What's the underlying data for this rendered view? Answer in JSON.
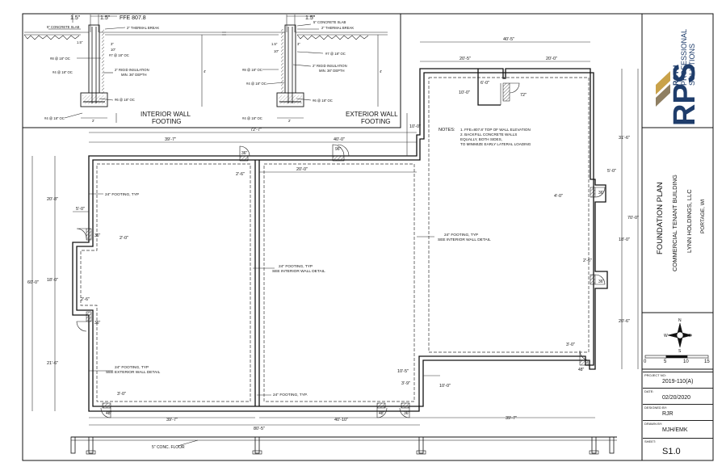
{
  "details": {
    "interior": {
      "title": [
        "INTERIOR WALL",
        "FOOTING"
      ],
      "dims_top": [
        "1.5\"",
        "1.5\""
      ],
      "ffe": "FFE 807.8",
      "labels": [
        "5\" CONCRETE SLAB",
        "2\" THERMAL BREAK",
        "#7 @ 18\" OC",
        "#8 @ 18\" OC",
        "2\" RIGID INSULATION",
        "MIN. 36\" DEPTH",
        "#4 @ 18\" OC",
        "#6 @ 18\" OC",
        "#4 @ 18\" OC"
      ],
      "small_dims": [
        "1.5\"",
        "10\"",
        "3\"",
        "2'",
        "4'"
      ]
    },
    "exterior": {
      "title": [
        "EXTERIOR WALL",
        "FOOTING"
      ],
      "dims_top": [
        "1.5\""
      ],
      "labels": [
        "5\" CONCRETE SLAB",
        "2\" THERMAL BREAK",
        "#7 @ 18\" OC",
        "2\" RIGID INSULATION",
        "MIN. 36\" DEPTH",
        "#8 @ 18\" OC",
        "#4 @ 18\" OC",
        "#6 @ 18\" OC",
        "#4 @ 18\" OC"
      ],
      "small_dims": [
        "1.5\"",
        "10\"",
        "3\"",
        "2'",
        "4'"
      ]
    }
  },
  "plan": {
    "dims": {
      "top_overall": "72'-7\"",
      "top_left": "39'-7\"",
      "top_right": "40'-0\"",
      "upper_right_overall": "40'-5\"",
      "upper_right_left": "20'-5\"",
      "upper_right_right": "20'-0\"",
      "stair_w": "6'-0\"",
      "stair_h": "10'-0\"",
      "stair_door": "72\"",
      "offset": "10'-0\"",
      "mid_span": "20'-0\"",
      "left_a": "20'-8\"",
      "left_b": "5'-0\"",
      "left_c": "2'-0\"",
      "left_d": "18'-0\"",
      "left_e": "2'-6\"",
      "left_f": "21'-6\"",
      "left_overall": "60'-0\"",
      "right_a": "31'-6\"",
      "right_b": "5'-0\"",
      "right_c": "4'-0\"",
      "right_d": "18'-0\"",
      "right_e": "2'-6\"",
      "right_f": "20'-6\"",
      "right_g": "3'-0\"",
      "right_overall": "70'-0\"",
      "bottom_a": "3'-0\"",
      "bottom_b": "10'-5\"",
      "bottom_c": "3'-9\"",
      "bottom_d": "10'-0\"",
      "bottom_left": "39'-7\"",
      "bottom_mid": "40'-10\"",
      "bottom_overall": "80'-5\"",
      "bottom_right": "39'-7\"",
      "door_26": "2'-6\""
    },
    "doors": [
      "36\"",
      "96\"",
      "36\"",
      "36\"",
      "36\"",
      "36\"",
      "48\"",
      "48\"",
      "48\"",
      "36\""
    ],
    "notes": {
      "title": "NOTES:",
      "items": [
        "1.   FFE=807.8' TOP OF WALL ELEVATION",
        "2.   BACKFILL CONCRETE WALLS",
        "      EQUALLY, BOTH SIDES,",
        "      TO MINIMIZE EARLY LATERAL LOADING"
      ]
    },
    "callouts": {
      "footing_typ": "24\" FOOTING, TYP",
      "interior_detail": [
        "24\" FOOTING, TYP",
        "SEE INTERIOR WALL DETAIL"
      ],
      "right_detail": [
        "24\" FOOTING, TYP",
        "SEE INTERIOR WALL DETAIL"
      ],
      "exterior_detail": [
        "24\" FOOTING, TYP",
        "SEE EXTERIOR WALL DETAIL"
      ],
      "bottom_typ": "24\" FOOTING, TYP.",
      "floor": "5\" CONC. FLOOR"
    }
  },
  "title_block": {
    "logo": {
      "letters": "RPS",
      "line1": "ROTH",
      "line2": "PROFESSIONAL",
      "line3": "SOLUTIONS"
    },
    "sheet_title": "FOUNDATION PLAN",
    "project": "COMMERCIAL TENANT BUILDING",
    "client": "LYNN HOLDINGS, LLC",
    "location": "PORTAGE, WI",
    "compass": [
      "N",
      "E",
      "S",
      "W"
    ],
    "scale": [
      "0",
      "5",
      "10",
      "15"
    ],
    "project_no_label": "PROJECT NO:",
    "project_no": "2019-110(A)",
    "date_label": "DATE:",
    "date": "02/20/2020",
    "designed_label": "DESIGNED BY:",
    "designed": "RJR",
    "drawn_label": "DRAWN BY:",
    "drawn": "MJH/EMK",
    "sheet_label": "SHEET:",
    "sheet": "S1.0"
  }
}
